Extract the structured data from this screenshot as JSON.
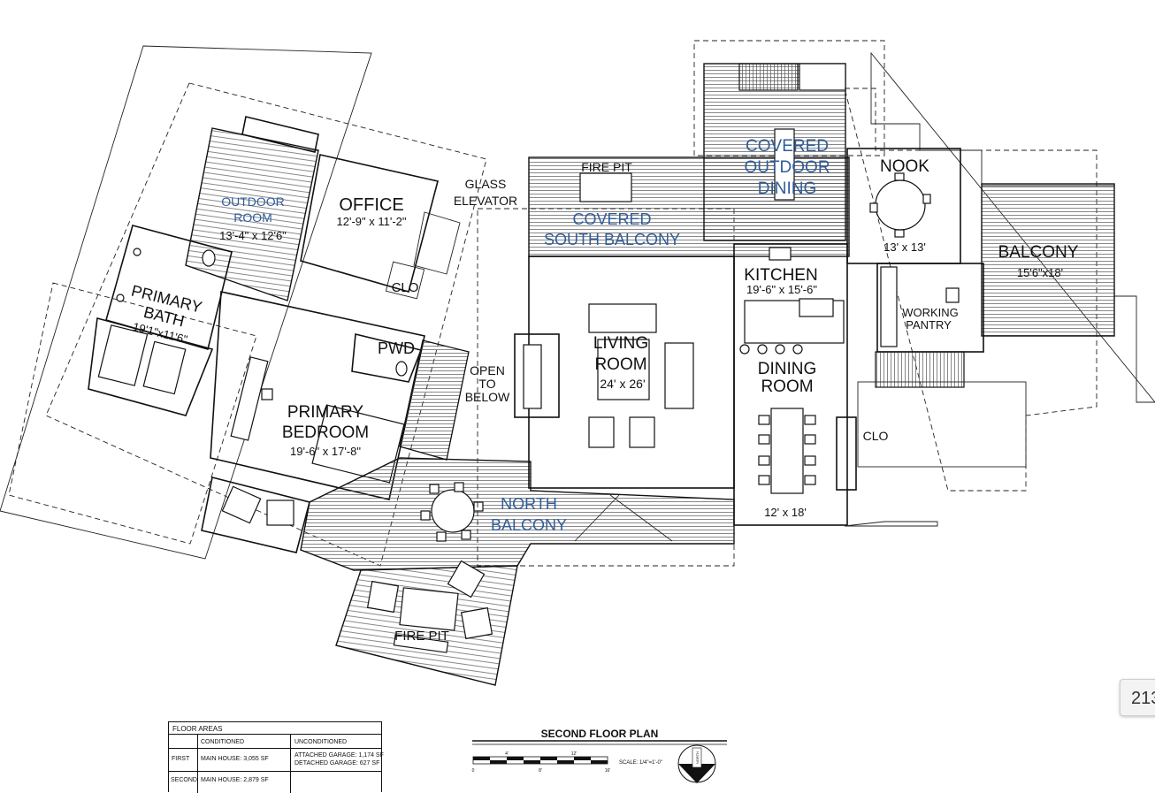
{
  "drawing": {
    "title": "SECOND FLOOR PLAN",
    "scale_label": "SCALE: 1/4\"=1'-0\"",
    "scale_ticks": [
      "0",
      "4'",
      "8'",
      "12'",
      "16'"
    ],
    "north_label": "NORTH",
    "page_number": "213"
  },
  "rooms": {
    "outdoor_room": {
      "name_line1": "OUTDOOR",
      "name_line2": "ROOM",
      "dims": "13'-4\" x 12'6\""
    },
    "office": {
      "name": "OFFICE",
      "dims": "12'-9\" x 11'-2\""
    },
    "glass_elevator": {
      "line1": "GLASS",
      "line2": "ELEVATOR"
    },
    "clo_office": "CLO",
    "primary_bath": {
      "line1": "PRIMARY",
      "line2": "BATH",
      "dims": "19'1\"x11'6\""
    },
    "pwd": "PWD",
    "primary_bedroom": {
      "line1": "PRIMARY",
      "line2": "BEDROOM",
      "dims": "19'-6\" x 17'-8\""
    },
    "open_to_below": {
      "line1": "OPEN",
      "line2": "TO",
      "line3": "BELOW"
    },
    "fire_pit_south": "FIRE PIT",
    "covered_south_balcony": {
      "line1": "COVERED",
      "line2": "SOUTH BALCONY"
    },
    "covered_outdoor_dining": {
      "line1": "COVERED",
      "line2": "OUTDOOR",
      "line3": "DINING"
    },
    "living_room": {
      "line1": "LIVING",
      "line2": "ROOM",
      "dims": "24' x 26'"
    },
    "kitchen": {
      "name": "KITCHEN",
      "dims": "19'-6\" x 15'-6\""
    },
    "dining_room": {
      "line1": "DINING",
      "line2": "ROOM",
      "dims": "12' x 18'"
    },
    "nook": {
      "name": "NOOK",
      "dims": "13' x 13'"
    },
    "working_pantry": {
      "line1": "WORKING",
      "line2": "PANTRY"
    },
    "balcony_east": {
      "name": "BALCONY",
      "dims": "15'6\"x18'"
    },
    "clo_dining": "CLO",
    "north_balcony": {
      "line1": "NORTH",
      "line2": "BALCONY"
    },
    "fire_pit_north": "FIRE PIT"
  },
  "floor_areas": {
    "title": "FLOOR AREAS",
    "col_conditioned": "CONDITIONED",
    "col_unconditioned": "UNCONDITIONED",
    "rows": [
      {
        "level": "FIRST",
        "conditioned": "MAIN HOUSE: 3,055 SF",
        "unconditioned_1": "ATTACHED GARAGE: 1,174 SF",
        "unconditioned_2": "DETACHED GARAGE: 627 SF"
      },
      {
        "level": "SECOND",
        "conditioned": "MAIN HOUSE: 2,879 SF",
        "unconditioned_1": "",
        "unconditioned_2": ""
      }
    ]
  },
  "colors": {
    "label_blue": "#2f5d9a",
    "line": "#111111"
  }
}
